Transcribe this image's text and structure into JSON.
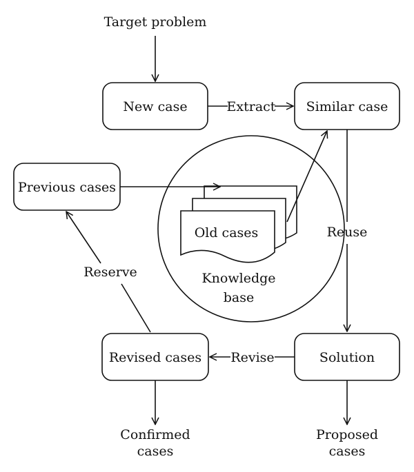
{
  "diagram": {
    "target_problem": "Target problem",
    "nodes": {
      "new_case": "New case",
      "similar_case": "Similar case",
      "previous_cases": "Previous cases",
      "old_cases": "Old cases",
      "solution": "Solution",
      "revised_cases": "Revised cases"
    },
    "knowledge_base": {
      "line1": "Knowledge",
      "line2": "base"
    },
    "edges": {
      "extract": "Extract",
      "reuse": "Reuse",
      "revise": "Revise",
      "reserve": "Reserve"
    },
    "outputs": {
      "confirmed_line1": "Confirmed",
      "confirmed_line2": "cases",
      "proposed_line1": "Proposed",
      "proposed_line2": "cases"
    }
  }
}
